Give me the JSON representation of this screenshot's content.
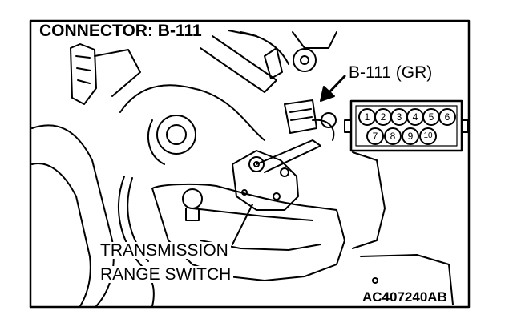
{
  "labels": {
    "title": "CONNECTOR: B-111",
    "connector": "B-111 (GR)",
    "switch_line1": "TRANSMISSION",
    "switch_line2": "RANGE SWITCH",
    "figure_code": "AC407240AB"
  },
  "connector_pins": {
    "top_row": [
      "1",
      "2",
      "3",
      "4",
      "5",
      "6"
    ],
    "bottom_row": [
      "7",
      "8",
      "9",
      "10"
    ]
  },
  "colors": {
    "line": "#000000",
    "background": "#ffffff"
  }
}
